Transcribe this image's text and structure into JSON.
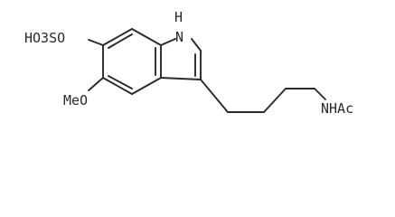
{
  "molecule": {
    "labels": {
      "nh": "H",
      "n": "N",
      "sulfate": "HO3SO",
      "methoxy": "MeO",
      "amide": "NHAc"
    }
  },
  "colors": {
    "ink": "#2a2a2a",
    "background": "#ffffff"
  }
}
